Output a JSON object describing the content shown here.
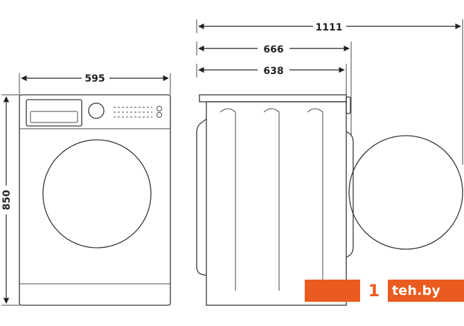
{
  "dimensions": {
    "width_label": "595",
    "height_label": "850",
    "total_depth_label": "1111",
    "depth_with_door_label": "666",
    "body_depth_label": "638"
  },
  "watermark": {
    "mark": "1",
    "text": "teh.by",
    "color": "#ea5b1f"
  }
}
